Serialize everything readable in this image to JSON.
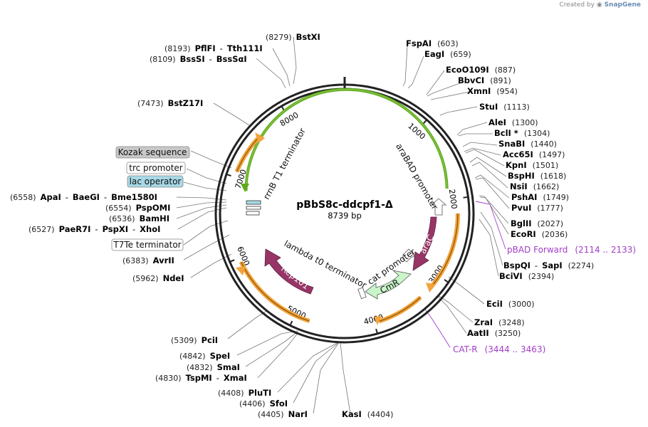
{
  "credit": {
    "prefix": "Created by",
    "brand": "SnapGene"
  },
  "plasmid": {
    "name": "pBbS8c-ddcpf1-Δ",
    "length_label": "8739 bp"
  },
  "ticks": [
    "1000",
    "2000",
    "3000",
    "4000",
    "5000",
    "6000",
    "7000",
    "8000"
  ],
  "features": [
    {
      "id": "green-top",
      "label": "",
      "color": "#5faa1c"
    },
    {
      "id": "araBAD",
      "label": "araBAD promoter",
      "color": "#ffffff"
    },
    {
      "id": "araC",
      "label": "araC",
      "color": "#983567"
    },
    {
      "id": "cat-promoter",
      "label": "cat promoter",
      "color": "#ffffff"
    },
    {
      "id": "CmR",
      "label": "CmR",
      "color": "#c9f5c9"
    },
    {
      "id": "lambda",
      "label": "lambda t0 terminator",
      "color": "#ffffff"
    },
    {
      "id": "Rep101",
      "label": "Rep101",
      "color": "#983567"
    },
    {
      "id": "rrnB",
      "label": "rrnB T1 terminator",
      "color": "#ffffff"
    }
  ],
  "boxed_labels": [
    {
      "name": "Kozak sequence",
      "fill": "#c8c8c8"
    },
    {
      "name": "trc promoter",
      "fill": "#ffffff"
    },
    {
      "name": "lac operator",
      "fill": "#a7d8e6"
    },
    {
      "name": "T7Te terminator",
      "fill": "#ffffff"
    }
  ],
  "left_sites": [
    {
      "name": "BstXI",
      "pos": "(8279)"
    },
    {
      "name": "PflFI",
      "extra": "Tth111I",
      "pos": "(8193)"
    },
    {
      "name": "BssSI",
      "extra": "BssSαI",
      "pos": "(8109)"
    },
    {
      "name": "BstZ17I",
      "pos": "(7473)"
    },
    {
      "name": "ApaI",
      "extra": "BaeGI",
      "extra2": "Bme1580I",
      "pos": "(6558)"
    },
    {
      "name": "PspOMI",
      "pos": "(6554)"
    },
    {
      "name": "BamHI",
      "pos": "(6536)"
    },
    {
      "name": "PaeR7I",
      "extra": "PspXI",
      "extra2": "XhoI",
      "pos": "(6527)"
    },
    {
      "name": "AvrII",
      "pos": "(6383)"
    },
    {
      "name": "NdeI",
      "pos": "(5962)"
    },
    {
      "name": "PciI",
      "pos": "(5309)"
    },
    {
      "name": "SpeI",
      "pos": "(4842)"
    },
    {
      "name": "SmaI",
      "pos": "(4832)"
    },
    {
      "name": "TspMI",
      "extra": "XmaI",
      "pos": "(4830)"
    },
    {
      "name": "PluTI",
      "pos": "(4408)"
    },
    {
      "name": "SfoI",
      "pos": "(4406)"
    },
    {
      "name": "NarI",
      "pos": "(4405)"
    }
  ],
  "right_sites": [
    {
      "name": "FspAI",
      "pos": "(603)"
    },
    {
      "name": "EagI",
      "pos": "(659)"
    },
    {
      "name": "EcoO109I",
      "pos": "(887)"
    },
    {
      "name": "BbvCI",
      "pos": "(891)"
    },
    {
      "name": "XmnI",
      "pos": "(954)"
    },
    {
      "name": "StuI",
      "pos": "(1113)"
    },
    {
      "name": "AleI",
      "pos": "(1300)"
    },
    {
      "name": "BclI *",
      "pos": "(1304)"
    },
    {
      "name": "SnaBI",
      "pos": "(1440)"
    },
    {
      "name": "Acc65I",
      "pos": "(1497)"
    },
    {
      "name": "KpnI",
      "pos": "(1501)"
    },
    {
      "name": "BspHI",
      "pos": "(1618)"
    },
    {
      "name": "NsiI",
      "pos": "(1662)"
    },
    {
      "name": "PshAI",
      "pos": "(1749)"
    },
    {
      "name": "PvuI",
      "pos": "(1777)"
    },
    {
      "name": "BglII",
      "pos": "(2027)"
    },
    {
      "name": "EcoRI",
      "pos": "(2036)"
    },
    {
      "name": "BspQI",
      "extra": "SapI",
      "pos": "(2274)"
    },
    {
      "name": "BciVI",
      "pos": "(2394)"
    },
    {
      "name": "EciI",
      "pos": "(3000)"
    },
    {
      "name": "ZraI",
      "pos": "(3248)"
    },
    {
      "name": "AatII",
      "pos": "(3250)"
    },
    {
      "name": "KasI",
      "pos": "(4404)"
    }
  ],
  "primers": [
    {
      "name": "pBAD Forward",
      "range": "(2114 .. 2133)"
    },
    {
      "name": "CAT-R",
      "range": "(3444 .. 3463)"
    }
  ]
}
